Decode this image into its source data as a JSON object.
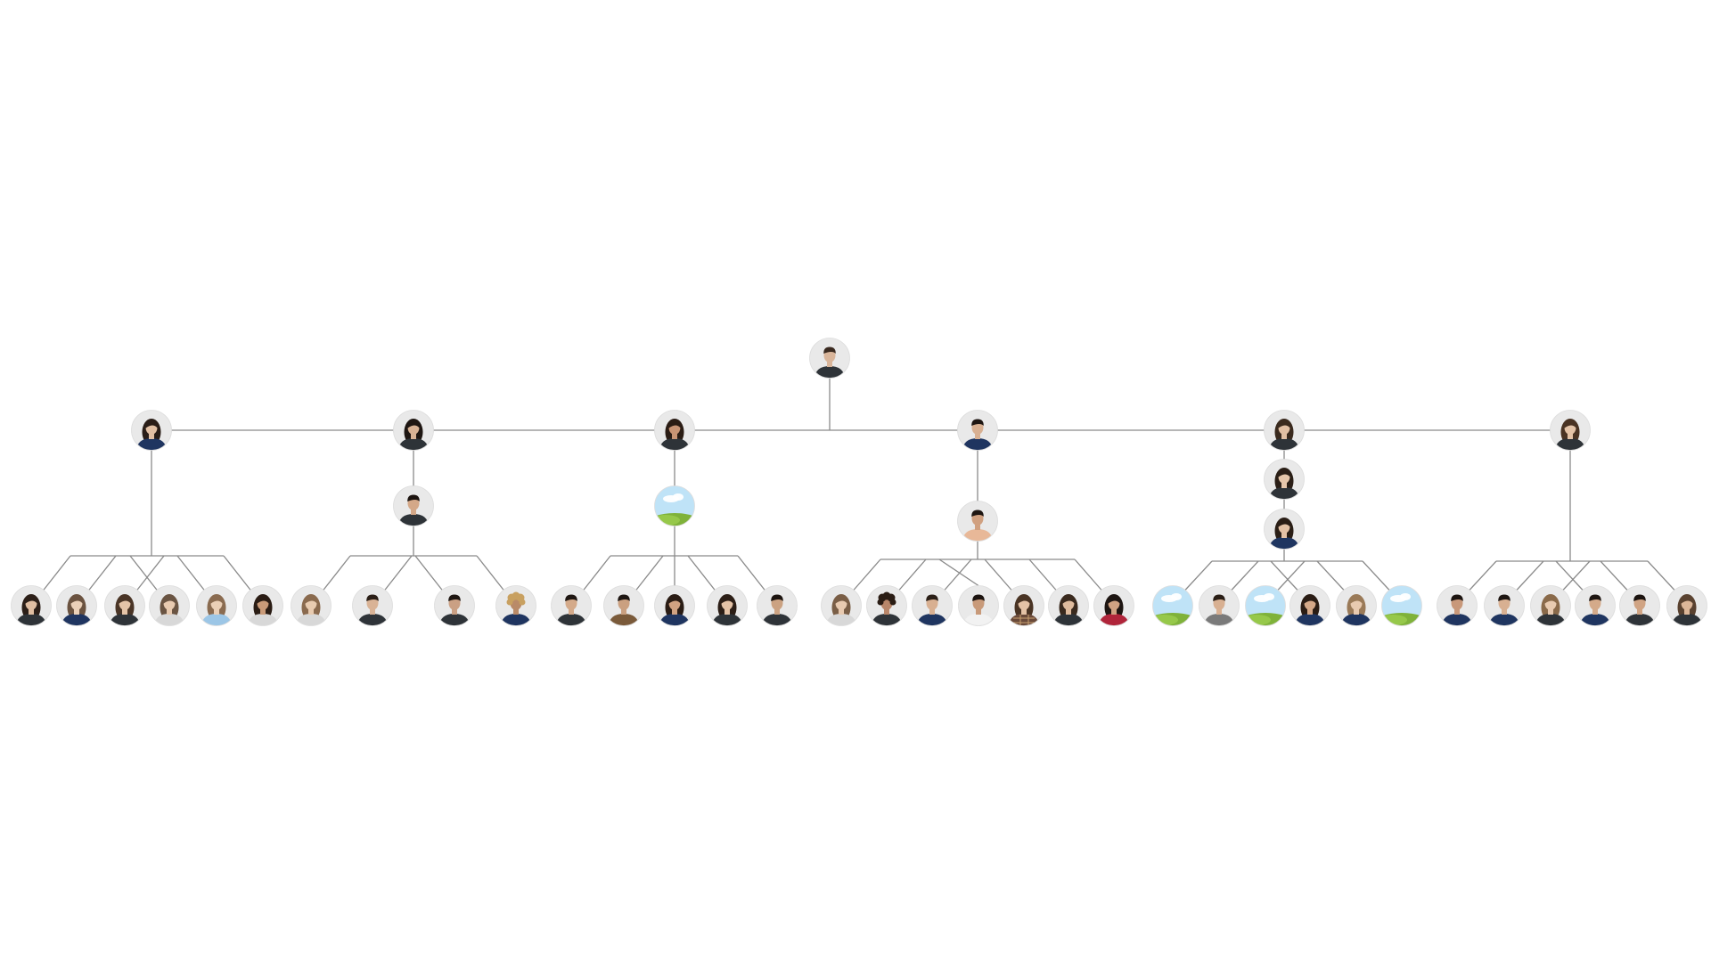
{
  "diagram": {
    "type": "org-chart",
    "colors": {
      "background": "#ffffff",
      "connector": "#8a8a8a",
      "avatar_bg": "#e9e9e9",
      "sky": "#bfe3f7",
      "grass": "#7fb23a"
    },
    "root": {
      "avatar": "person",
      "top": "dark",
      "skin": "#d9b59a",
      "hair": "#3a2a20",
      "style": "short"
    },
    "groups": [
      {
        "lead": {
          "avatar": "person",
          "top": "navy",
          "skin": "#e2c0a4",
          "hair": "#2a1e18",
          "style": "long"
        },
        "middle": [],
        "members": [
          {
            "avatar": "person",
            "top": "dark",
            "skin": "#e0bea2",
            "hair": "#2c1f18",
            "style": "long"
          },
          {
            "avatar": "person",
            "top": "navy",
            "skin": "#ead0b8",
            "hair": "#6b5340",
            "style": "long"
          },
          {
            "avatar": "person",
            "top": "dark",
            "skin": "#e4c4a8",
            "hair": "#4a3526",
            "style": "long"
          },
          {
            "avatar": "person",
            "top": "light",
            "skin": "#e8cab0",
            "hair": "#6a5442",
            "style": "long"
          },
          {
            "avatar": "person",
            "top": "sky",
            "skin": "#eacfb6",
            "hair": "#8a6b50",
            "style": "long"
          },
          {
            "avatar": "person",
            "top": "light",
            "skin": "#c99a78",
            "hair": "#2a1c14",
            "style": "long"
          }
        ]
      },
      {
        "lead": {
          "avatar": "person",
          "top": "dark",
          "skin": "#d8b294",
          "hair": "#1e1612",
          "style": "long"
        },
        "middle": [
          {
            "avatar": "person",
            "top": "dark",
            "skin": "#d4a888",
            "hair": "#1c1410",
            "style": "short"
          }
        ],
        "members": [
          {
            "avatar": "person",
            "top": "light",
            "skin": "#e8cbb0",
            "hair": "#8a6a4e",
            "style": "long"
          },
          {
            "avatar": "person",
            "top": "dark",
            "skin": "#d9b396",
            "hair": "#2a1e16",
            "style": "short"
          },
          {
            "avatar": "person",
            "top": "dark",
            "skin": "#caa084",
            "hair": "#1e1612",
            "style": "short"
          },
          {
            "avatar": "person",
            "top": "navy",
            "skin": "#b98a68",
            "hair": "#c8a060",
            "style": "curly"
          }
        ]
      },
      {
        "lead": {
          "avatar": "person",
          "top": "dark",
          "skin": "#c89474",
          "hair": "#2a1c14",
          "style": "long"
        },
        "middle": [
          {
            "avatar": "landscape"
          }
        ],
        "members": [
          {
            "avatar": "person",
            "top": "dark",
            "skin": "#d4aa8a",
            "hair": "#1e1612",
            "style": "short"
          },
          {
            "avatar": "person",
            "top": "brown",
            "skin": "#caa080",
            "hair": "#1e1612",
            "style": "short"
          },
          {
            "avatar": "person",
            "top": "navy",
            "skin": "#d0a282",
            "hair": "#2a1c14",
            "style": "long"
          },
          {
            "avatar": "person",
            "top": "dark",
            "skin": "#e4c2a6",
            "hair": "#2c1e16",
            "style": "long"
          },
          {
            "avatar": "person",
            "top": "dark",
            "skin": "#cba282",
            "hair": "#1c1410",
            "style": "short"
          }
        ]
      },
      {
        "lead": {
          "avatar": "person",
          "top": "navy",
          "skin": "#d8b092",
          "hair": "#1e1612",
          "style": "short"
        },
        "middle": [
          {
            "avatar": "person",
            "top": "peach",
            "skin": "#d0a080",
            "hair": "#1e1612",
            "style": "short"
          }
        ],
        "members": [
          {
            "avatar": "person",
            "top": "light",
            "skin": "#e8cab0",
            "hair": "#7a5e46",
            "style": "long"
          },
          {
            "avatar": "person",
            "top": "dark",
            "skin": "#b8866a",
            "hair": "#2a1c14",
            "style": "curly"
          },
          {
            "avatar": "person",
            "top": "navy",
            "skin": "#d8b092",
            "hair": "#2a1e16",
            "style": "short"
          },
          {
            "avatar": "person",
            "top": "white",
            "skin": "#c89a7a",
            "hair": "#1c1410",
            "style": "short"
          },
          {
            "avatar": "person",
            "top": "plaid",
            "skin": "#e4c2a6",
            "hair": "#4a3424",
            "style": "long"
          },
          {
            "avatar": "person",
            "top": "dark",
            "skin": "#e0bc9e",
            "hair": "#3a2a1e",
            "style": "long"
          },
          {
            "avatar": "person",
            "top": "red",
            "skin": "#d0a282",
            "hair": "#1e1612",
            "style": "long"
          }
        ]
      },
      {
        "lead": {
          "avatar": "person",
          "top": "dark",
          "skin": "#e2c0a4",
          "hair": "#3a2a1e",
          "style": "long"
        },
        "middle": [
          {
            "avatar": "person",
            "top": "dark",
            "skin": "#e6c6aa",
            "hair": "#2a1e16",
            "style": "long"
          },
          {
            "avatar": "person",
            "top": "navy",
            "skin": "#e4c2a6",
            "hair": "#2a1e16",
            "style": "long"
          }
        ],
        "members": [
          {
            "avatar": "landscape"
          },
          {
            "avatar": "person",
            "top": "gray",
            "skin": "#d8b092",
            "hair": "#2a1e16",
            "style": "short"
          },
          {
            "avatar": "landscape"
          },
          {
            "avatar": "person",
            "top": "navy",
            "skin": "#d4a888",
            "hair": "#2a1c14",
            "style": "long"
          },
          {
            "avatar": "person",
            "top": "navy",
            "skin": "#e8cab0",
            "hair": "#9a7a58",
            "style": "long"
          },
          {
            "avatar": "landscape"
          }
        ]
      },
      {
        "lead": {
          "avatar": "person",
          "top": "dark",
          "skin": "#e4c4a8",
          "hair": "#4a3424",
          "style": "long"
        },
        "middle": [],
        "members": [
          {
            "avatar": "person",
            "top": "navy",
            "skin": "#c8987a",
            "hair": "#1c1410",
            "style": "short"
          },
          {
            "avatar": "person",
            "top": "navy",
            "skin": "#d8b092",
            "hair": "#1e1612",
            "style": "short"
          },
          {
            "avatar": "person",
            "top": "dark",
            "skin": "#e8cab0",
            "hair": "#8a6a4a",
            "style": "long"
          },
          {
            "avatar": "person",
            "top": "navy",
            "skin": "#d4aa8a",
            "hair": "#1e1612",
            "style": "short"
          },
          {
            "avatar": "person",
            "top": "dark",
            "skin": "#d0a484",
            "hair": "#1c1410",
            "style": "short"
          },
          {
            "avatar": "person",
            "top": "dark",
            "skin": "#dcb698",
            "hair": "#5a4230",
            "style": "long"
          }
        ]
      }
    ]
  }
}
